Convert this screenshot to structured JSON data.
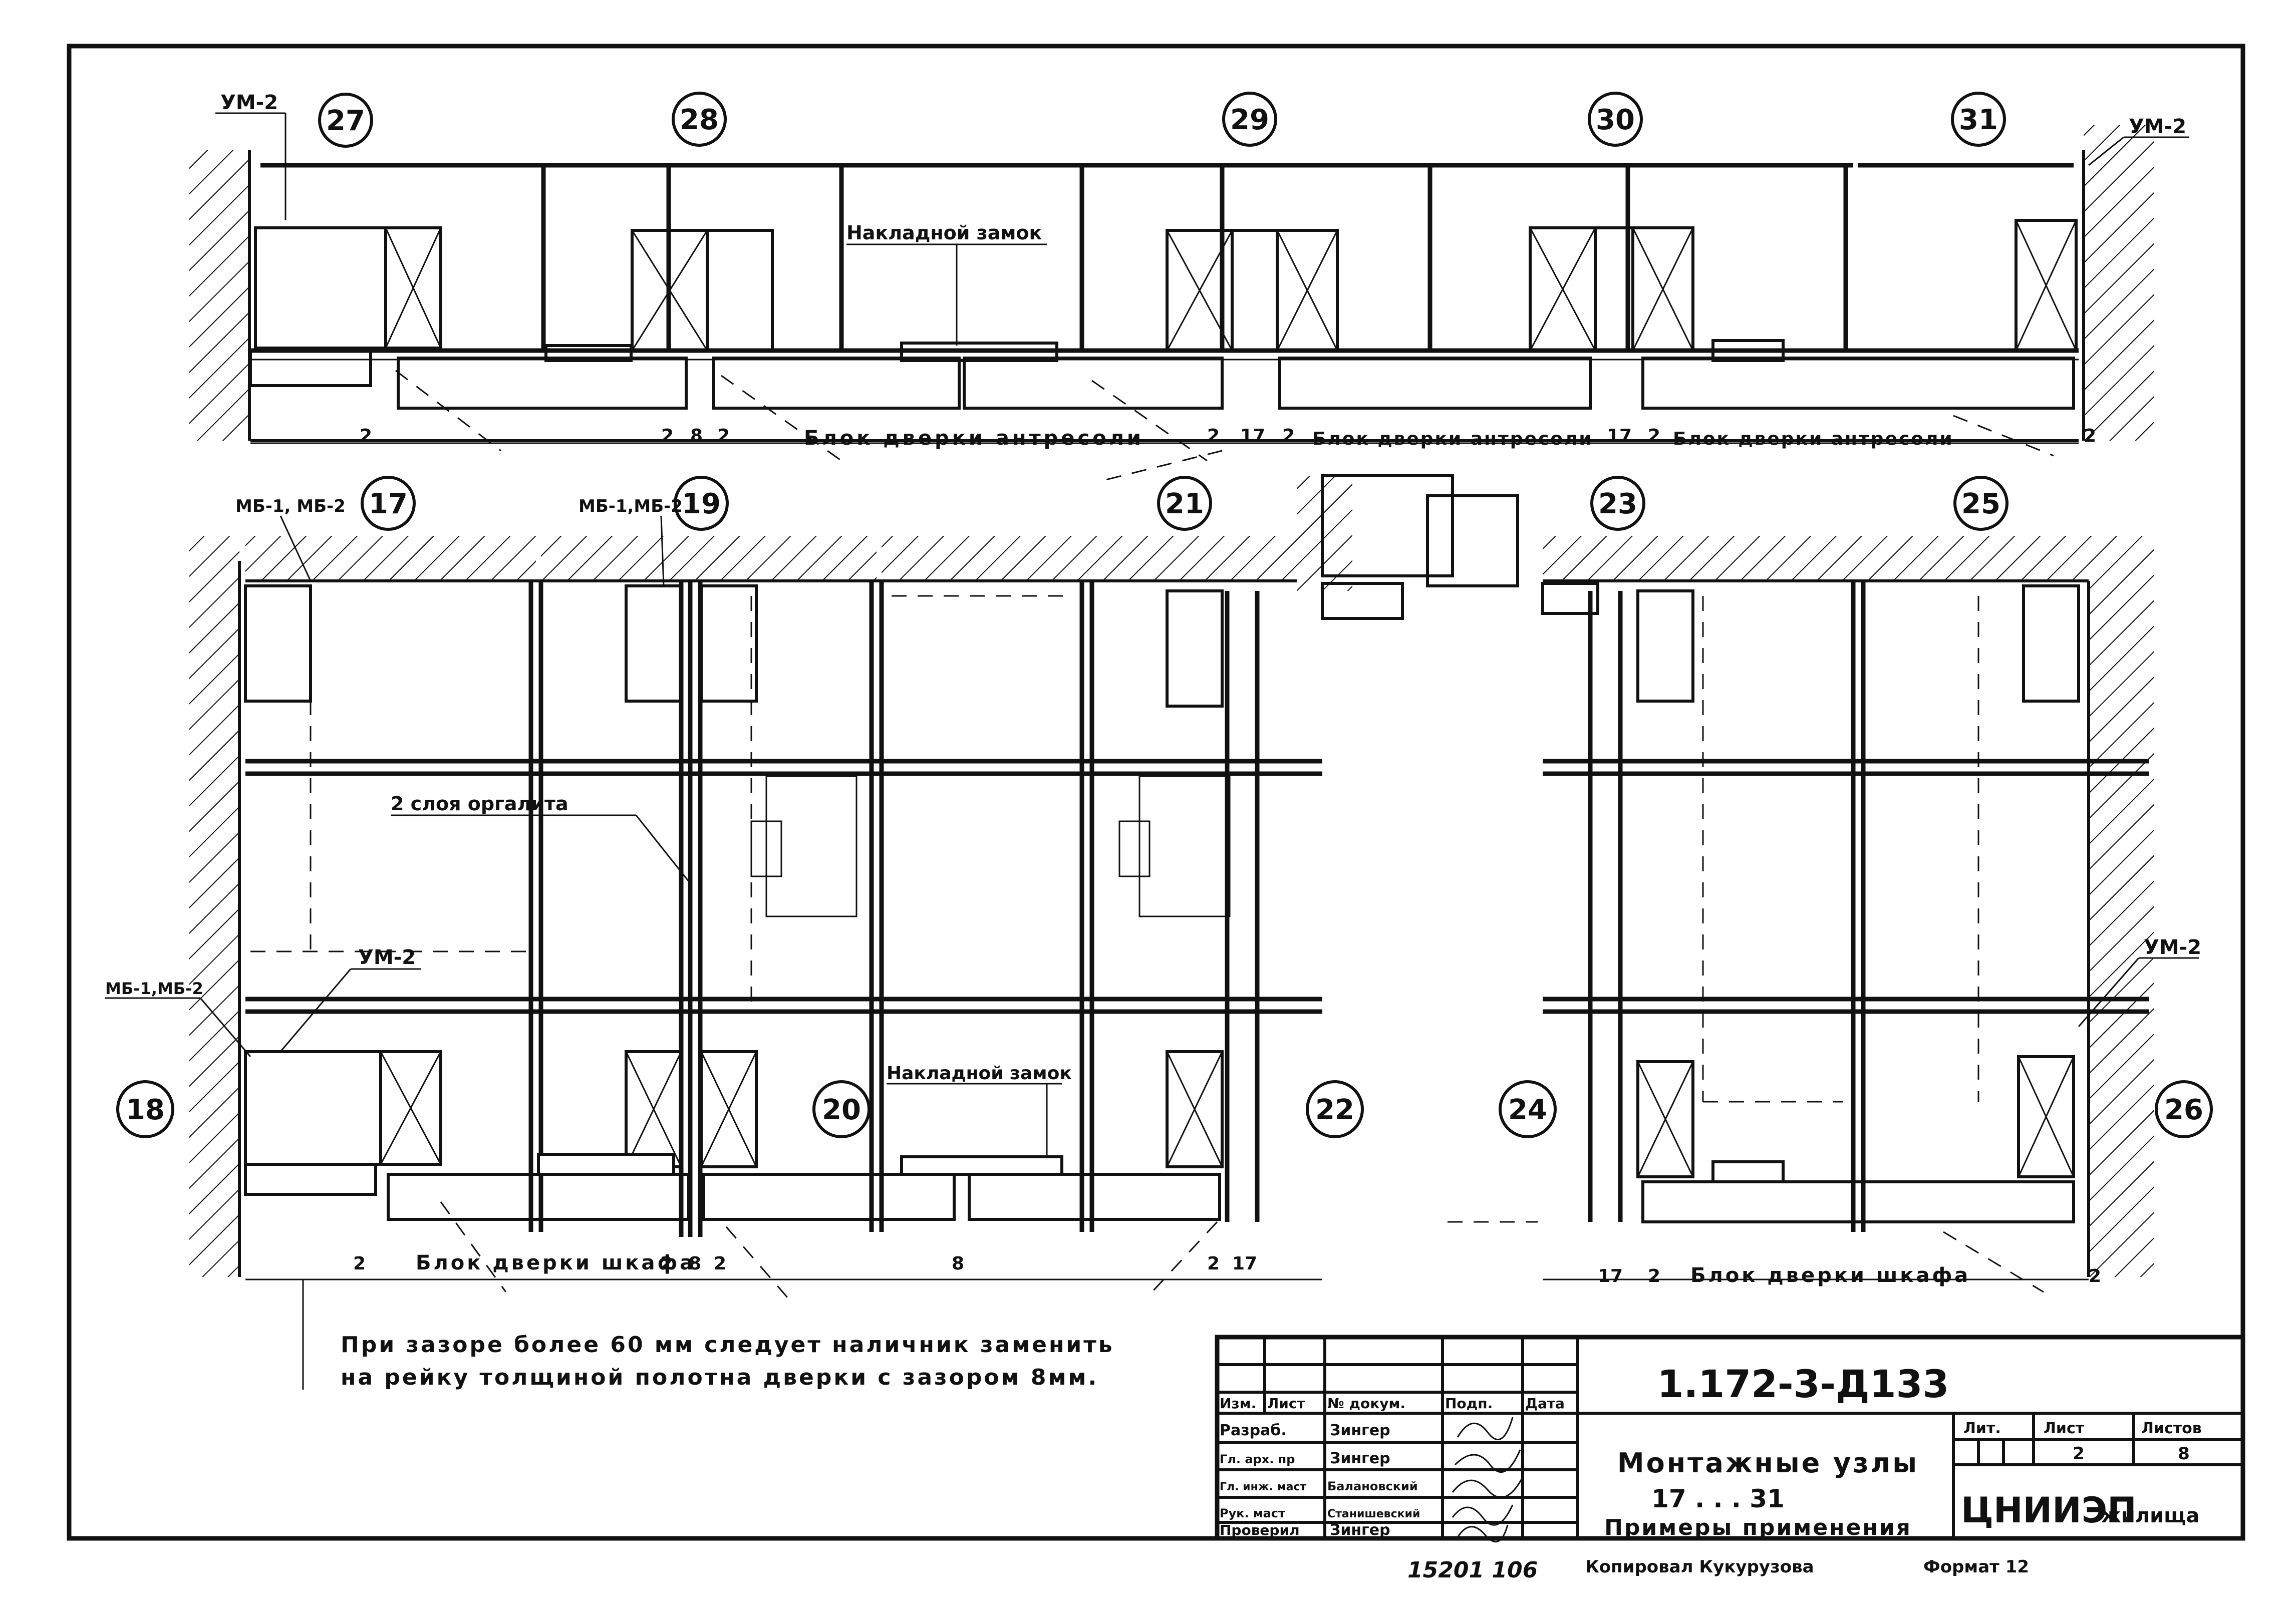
{
  "markers": {
    "top": [
      "27",
      "28",
      "29",
      "30",
      "31"
    ],
    "middle": [
      "17",
      "19",
      "21",
      "23",
      "25"
    ],
    "bottom": [
      "18",
      "20",
      "22",
      "24",
      "26"
    ]
  },
  "labels": {
    "um2": "УМ-2",
    "mb": "МБ-1, МБ-2",
    "mb_short": "МБ-1,МБ-2",
    "lock": "Накладной замок",
    "orgalite": "2 слоя оргалита",
    "block_mezzanine": "Блок дверки антресоли",
    "block_cabinet": "Блок дверки шкафа"
  },
  "dims": {
    "d2": "2",
    "d8": "8",
    "d17": "17"
  },
  "note": {
    "line1": "При зазоре более 60 мм следует наличник заменить",
    "line2": "на рейку толщиной полотна дверки с зазором 8мм."
  },
  "title_block": {
    "doc_code": "1.172-3-Д133",
    "headers": [
      "Изм.",
      "Лист",
      "№ докум.",
      "Подп.",
      "Дата"
    ],
    "rows": [
      {
        "role": "Разраб.",
        "name": "Зингер"
      },
      {
        "role": "Гл. арх. пр",
        "name": "Зингер"
      },
      {
        "role": "Гл. инж. маст",
        "name": "Балановский"
      },
      {
        "role": "Рук. маст",
        "name": "Станишевский"
      },
      {
        "role": "Проверил",
        "name": "Зингер"
      }
    ],
    "title_line1": "Монтажные узлы",
    "title_line2": "17 . . . 31",
    "title_line3": "Примеры применения",
    "lit_label": "Лит.",
    "sheet_label": "Лист",
    "sheets_label": "Листов",
    "sheet_value": "2",
    "sheets_value": "8",
    "org": "ЦНИИЭП",
    "org_sub": "жилища"
  },
  "footer": {
    "inventory": "15201  106",
    "copied_by": "Копировал Кукурузова",
    "format": "Формат 12"
  }
}
